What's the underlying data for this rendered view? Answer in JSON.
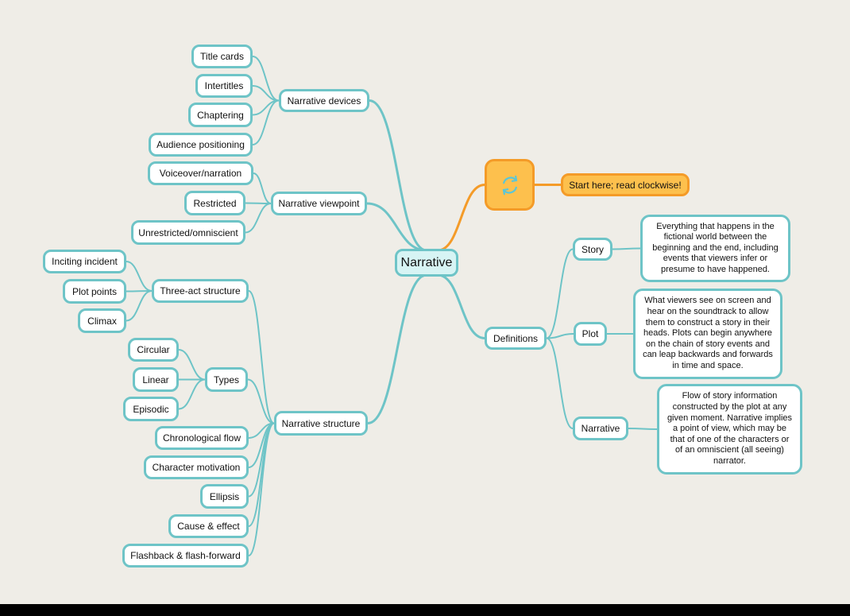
{
  "root": {
    "label": "Narrative"
  },
  "start": {
    "icon": "refresh-cycle-icon",
    "hint": "Start here; read clockwise!"
  },
  "branches": {
    "devices": {
      "label": "Narrative devices",
      "items": [
        "Title cards",
        "Intertitles",
        "Chaptering",
        "Audience positioning"
      ]
    },
    "viewpoint": {
      "label": "Narrative viewpoint",
      "items": [
        "Voiceover/narration",
        "Restricted",
        "Unrestricted/omniscient"
      ]
    },
    "structure": {
      "label": "Narrative structure",
      "three_act": {
        "label": "Three-act structure",
        "items": [
          "Inciting incident",
          "Plot points",
          "Climax"
        ]
      },
      "types": {
        "label": "Types",
        "items": [
          "Circular",
          "Linear",
          "Episodic"
        ]
      },
      "items": [
        "Chronological flow",
        "Character motivation",
        "Ellipsis",
        "Cause & effect",
        "Flashback & flash-forward"
      ]
    },
    "definitions": {
      "label": "Definitions",
      "items": [
        {
          "label": "Story",
          "note": "Everything that happens in the fictional world between the beginning and the end, including events that viewers infer or presume to have happened."
        },
        {
          "label": "Plot",
          "note": "What viewers see on screen and hear on the soundtrack to allow them to construct a story in their heads. Plots can begin anywhere on the chain of story events and can leap backwards and forwards in time and space."
        },
        {
          "label": "Narrative",
          "note": "Flow of story information constructed by the plot at any given moment. Narrative implies a point of view, which may be that of one of the characters or of an omniscient (all seeing) narrator."
        }
      ]
    }
  },
  "colors": {
    "branch": "#6ec4c7",
    "start_line": "#f49b28",
    "start_fill": "#fdc04d",
    "root_fill": "#d7f4f4",
    "background": "#efede7"
  }
}
